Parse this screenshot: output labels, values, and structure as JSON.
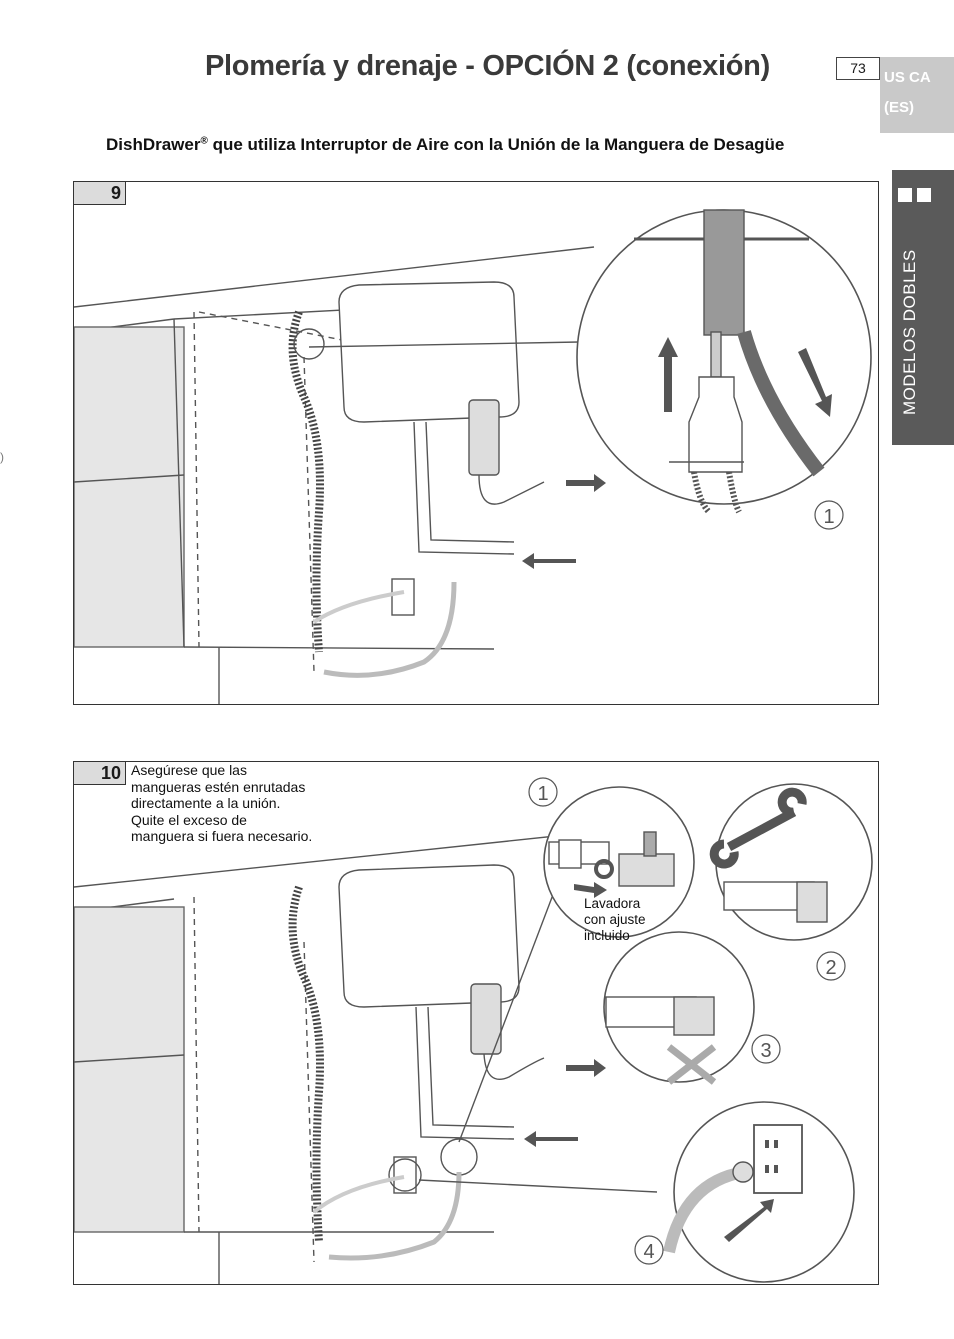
{
  "header": {
    "title": "Plomería y drenaje - OPCIÓN 2 (conexión)",
    "page_number": "73",
    "region_line1": "US CA",
    "region_line2": "(ES)",
    "side_tab": "MODELOS DOBLES"
  },
  "subtitle": {
    "brand": "DishDrawer",
    "reg_mark": "®",
    "text": " que utiliza Interruptor de Aire con la Unión de la Manguera de Desagüe"
  },
  "step9": {
    "number": "9",
    "callouts": [
      "1"
    ]
  },
  "step10": {
    "number": "10",
    "note_lines": [
      "Asegúrese que las",
      "mangueras estén enrutadas",
      "directamente a la unión.",
      "Quite el exceso de",
      "manguera si fuera necesario."
    ],
    "washer_note_lines": [
      "Lavadora",
      "con ajuste",
      "incluido"
    ],
    "callouts": [
      "1",
      "2",
      "3",
      "4"
    ]
  },
  "colors": {
    "title_gray": "#3a3a3a",
    "tab_light": "#c9c9c9",
    "tab_dark": "#5a5a5a",
    "drawing_line": "#555555",
    "hose_dark": "#6a6a6a"
  }
}
